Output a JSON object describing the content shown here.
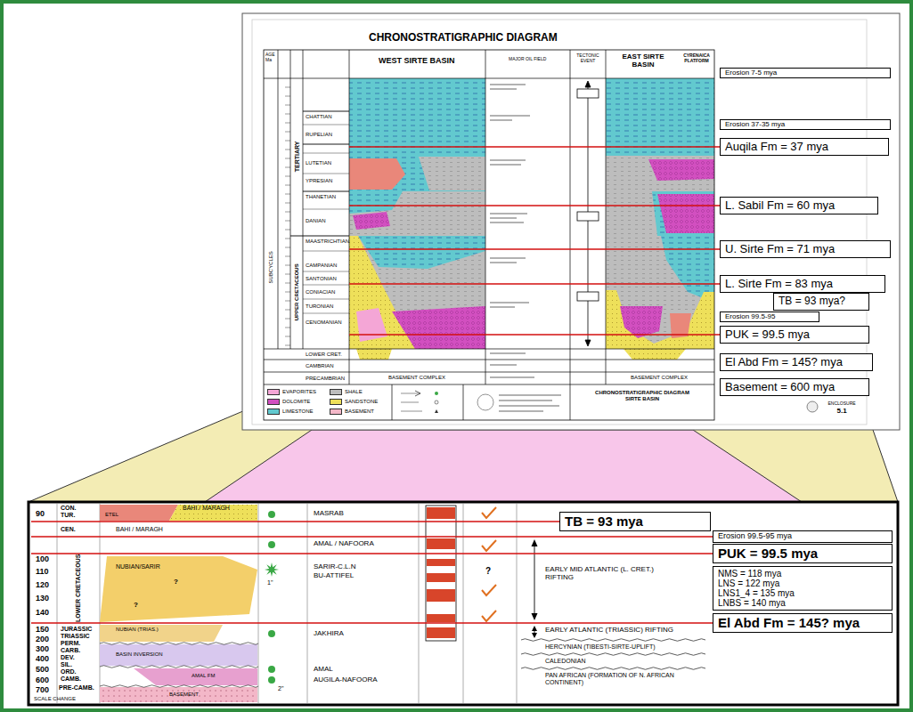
{
  "diagram": {
    "title": "CHRONOSTRATIGRAPHIC DIAGRAM",
    "nodes": [
      {
        "text": [
          "Erosion 7-5 mya"
        ]
      },
      {
        "text": [
          "Erosion 37-35 mya"
        ]
      },
      {
        "text": [
          "Auqila Fm = 37 mya"
        ]
      },
      {
        "text": [
          "L. Sabil Fm = 60 mya"
        ]
      },
      {
        "text": [
          "U. Sirte Fm = 71 mya"
        ]
      },
      {
        "text": [
          "L. Sirte Fm = 83 mya"
        ]
      },
      {
        "text": [
          "TB = 93 mya?"
        ]
      },
      {
        "text": [
          "Erosion 99.5-95"
        ]
      },
      {
        "text": [
          "PUK = 99.5 mya"
        ]
      },
      {
        "text": [
          "El Abd Fm = 145? mya"
        ]
      },
      {
        "text": [
          "Basement = 600 mya"
        ]
      },
      {
        "text": [
          "TB = 93 mya"
        ]
      },
      {
        "text": [
          "Erosion 99.5-95 mya"
        ]
      },
      {
        "text": [
          "PUK = 99.5 mya"
        ]
      },
      {
        "text": [
          "NMS = 118 mya",
          "LNS = 122 mya",
          "LNS1_4 = 135 mya",
          "LNBS = 140 mya"
        ]
      },
      {
        "text": [
          "El Abd Fm = 145? mya"
        ]
      }
    ],
    "labels": [
      "AGE Ma",
      "WEST SIRTE BASIN",
      "MAJOR OIL FIELD",
      "TECTONIC EVENT",
      "EAST SIRTE BASIN",
      "CYRENAICA PLATFORM",
      "SUBCYCLES",
      "TERTIARY",
      "UPPER CRETACEOUS",
      "CHATTIAN",
      "RUPELIAN",
      "LUTETIAN",
      "YPRESIAN",
      "THANETIAN",
      "DANIAN",
      "MAASTRICHTIAN",
      "CAMPANIAN",
      "SANTONIAN",
      "CONIACIAN",
      "TURONIAN",
      "CENOMANIAN",
      "LOWER CRET.",
      "CAMBRIAN",
      "PRECAMBRIAN",
      "BASEMENT COMPLEX",
      "BASEMENT COMPLEX",
      "CHRONOSTRATIGRAPHIC DIAGRAM SIRTE BASIN",
      "ENCLOSURE",
      "5.1",
      "90",
      "100",
      "110",
      "120",
      "130",
      "140",
      "150",
      "200",
      "300",
      "400",
      "500",
      "600",
      "700",
      "CON.",
      "TUR.",
      "CEN.",
      "LOWER CRETACEOUS",
      "JURASSIC",
      "TRIASSIC",
      "PERM.",
      "CARB.",
      "DEV.",
      "SIL.",
      "ORD.",
      "CAMB.",
      "PRE-CAMB.",
      "BAHI / MARAGH",
      "ETEL",
      "BAHI / MARAGH",
      "NUBIAN/SARIR",
      "?",
      "?",
      "NUBIAN (TRIAS.)",
      "BASIN INVERSION",
      "AMAL FM",
      "BASEMENT",
      "1\"",
      "2\"",
      "MASRAB",
      "AMAL / NAFOORA",
      "SARIR-C.L.N",
      "BU-ATTIFEL",
      "JAKHIRA",
      "AMAL",
      "AUGILA-NAFOORA",
      "?",
      "EARLY MID ATLANTIC (L. CRET.) RIFTING",
      "EARLY ATLANTIC (TRIASSIC) RIFTING",
      "HERCYNIAN (TIBESTI-SIRTE-UPLIFT)",
      "CALEDONIAN",
      "PAN AFRICAN (FORMATION OF N. AFRICAN CONTINENT)",
      "SCALE CHANGE"
    ],
    "legend": [
      {
        "text": "EVAPORITES",
        "color": "#f4a6d6"
      },
      {
        "text": "SHALE",
        "color": "#bdbdbd"
      },
      {
        "text": "DOLOMITE",
        "color": "#d24fc0"
      },
      {
        "text": "SANDSTONE",
        "color": "#eee05a"
      },
      {
        "text": "LIMESTONE",
        "color": "#62c9cf"
      },
      {
        "text": "BASEMENT",
        "color": "#f3b7c8"
      }
    ]
  }
}
